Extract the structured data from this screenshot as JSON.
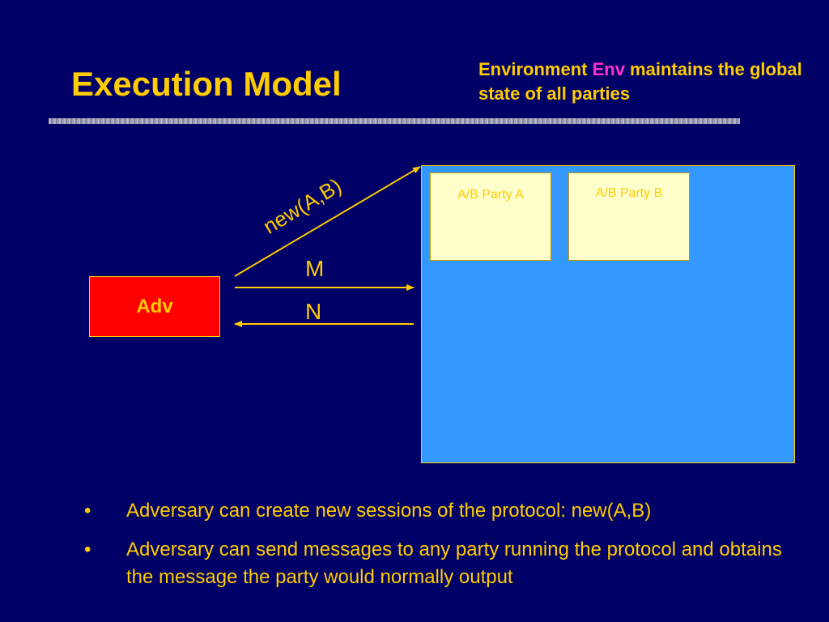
{
  "slide": {
    "title": "Execution Model",
    "note": {
      "before": "Environment ",
      "accent": "Env",
      "after": " maintains the global state of all parties"
    }
  },
  "diagram": {
    "adversary": {
      "label": "Adv"
    },
    "environment": {
      "parties": [
        {
          "label": "A/B Party A"
        },
        {
          "label": "A/B Party B"
        }
      ]
    },
    "messages": {
      "new_session": "new(A,B)",
      "outgoing": "M",
      "incoming": "N"
    }
  },
  "bullets": [
    "Adversary can create new sessions of the protocol: new(A,B)",
    "Adversary can send messages to any party running the protocol and obtains the message the party would normally output"
  ],
  "colors": {
    "background": "#000066",
    "text": "#FFCC00",
    "accent": "#FF33CC",
    "environment": "#3399FF",
    "party": "#FFFFCC",
    "adversary": "#FF0000"
  }
}
